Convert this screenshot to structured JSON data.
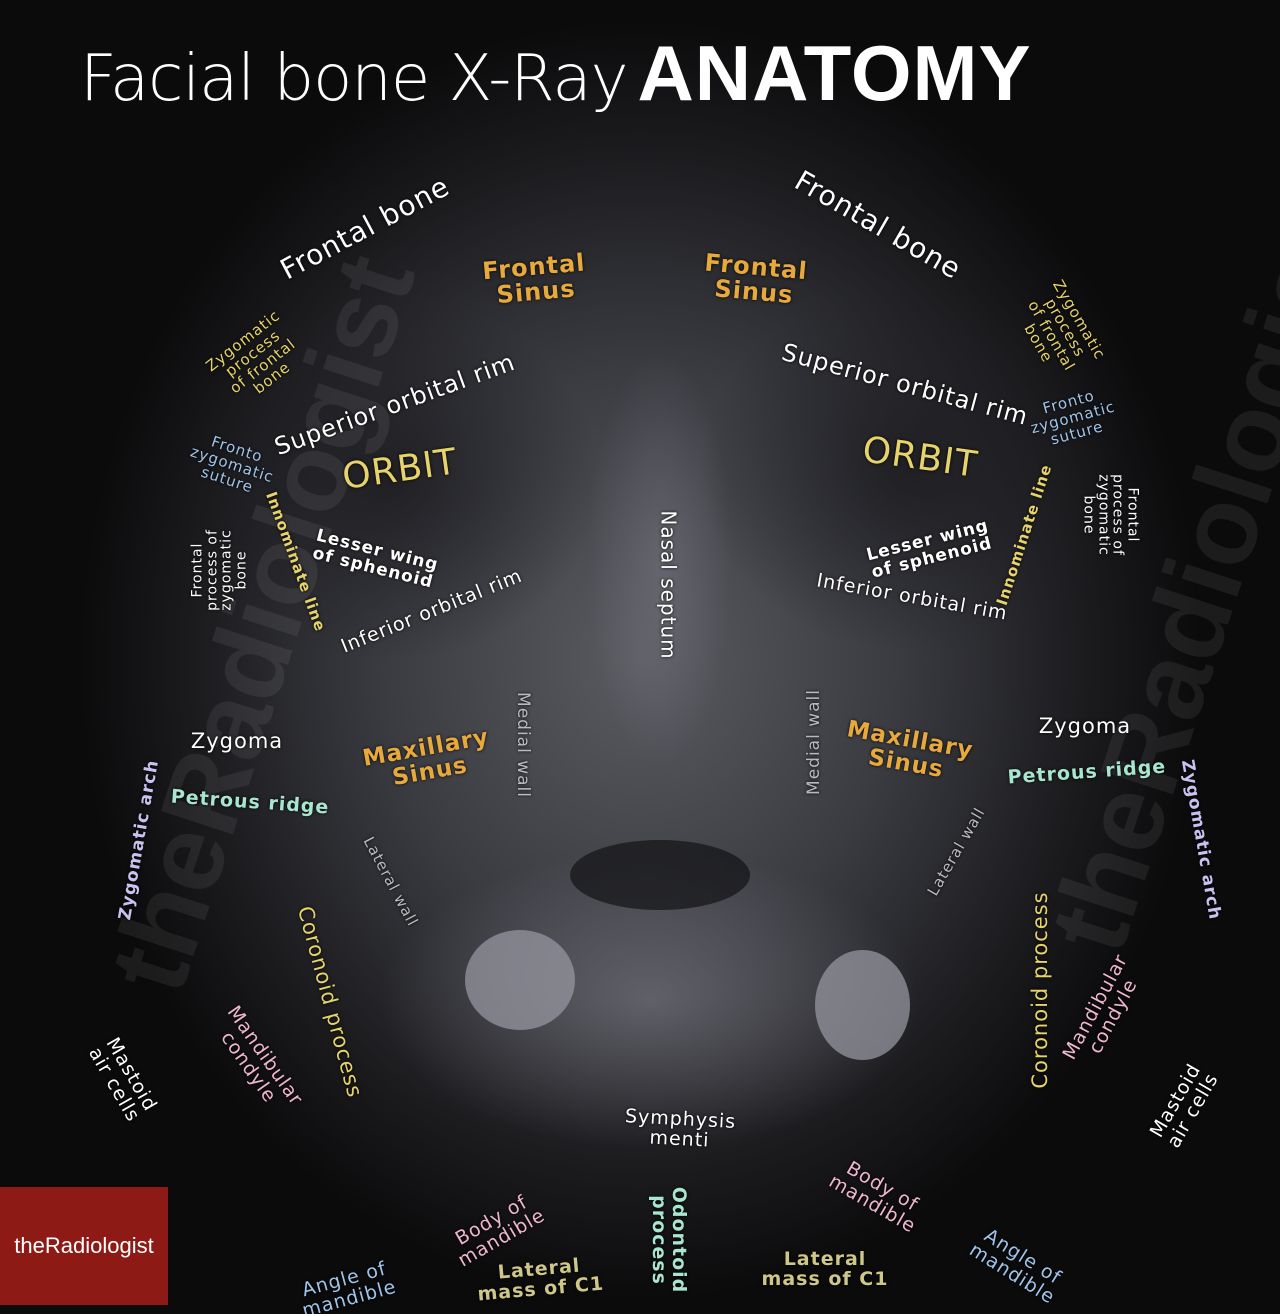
{
  "title": {
    "light": "Facial bone X-Ray",
    "bold": "ANATOMY"
  },
  "logo": "theRadiologist",
  "watermark": "theRadiologist",
  "colors": {
    "white": "#ffffff",
    "orange": "#e8a93c",
    "yellow": "#e6d36a",
    "lightblue": "#9fc4ea",
    "lightgreen": "#a8e6cf",
    "pink": "#f0b6cf",
    "lavender": "#c8c2f0",
    "gray": "#b9b9bf",
    "khaki": "#cfc78a",
    "logo_red": "#8e1a16"
  },
  "labels": {
    "frontal_bone_l": "Frontal bone",
    "frontal_bone_r": "Frontal bone",
    "frontal_sinus_l": "Frontal\nSinus",
    "frontal_sinus_r": "Frontal\nSinus",
    "zyg_proc_frontal_l": "Zygomatic\nprocess\nof frontal\nbone",
    "zyg_proc_frontal_r": "Zygomatic\nprocess\nof frontal\nbone",
    "sup_orbital_rim_l": "Superior orbital rim",
    "sup_orbital_rim_r": "Superior orbital rim",
    "orbit_l": "ORBIT",
    "orbit_r": "ORBIT",
    "fz_suture_l": "Fronto\nzygomatic\nsuture",
    "fz_suture_r": "Fronto\nzygomatic\nsuture",
    "innominate_l": "Innominate line",
    "innominate_r": "Innominate line",
    "frontal_proc_zyg_l": "Frontal\nprocess of\nzygomatic\nbone",
    "frontal_proc_zyg_r": "Frontal\nprocess of\nzygomatic\nbone",
    "lesser_wing_l": "Lesser wing\nof sphenoid",
    "lesser_wing_r": "Lesser wing\nof sphenoid",
    "inf_orbital_rim_l": "Inferior orbital rim",
    "inf_orbital_rim_r": "Inferior orbital rim",
    "nasal_septum": "Nasal septum",
    "medial_wall_l": "Medial wall",
    "medial_wall_r": "Medial wall",
    "zygoma_l": "Zygoma",
    "zygoma_r": "Zygoma",
    "maxillary_sinus_l": "Maxillary\nSinus",
    "maxillary_sinus_r": "Maxillary\nSinus",
    "petrous_ridge_l": "Petrous ridge",
    "petrous_ridge_r": "Petrous ridge",
    "zygomatic_arch_l": "Zygomatic arch",
    "zygomatic_arch_r": "Zygomatic arch",
    "lateral_wall_l": "Lateral wall",
    "lateral_wall_r": "Lateral wall",
    "coronoid_l": "Coronoid process",
    "coronoid_r": "Coronoid process",
    "mand_condyle_l": "Mandibular\ncondyle",
    "mand_condyle_r": "Mandibular\ncondyle",
    "mastoid_l": "Mastoid\nair cells",
    "mastoid_r": "Mastoid\nair cells",
    "symphysis": "Symphysis\nmenti",
    "body_mand_l": "Body of\nmandible",
    "body_mand_r": "Body of\nmandible",
    "odontoid": "Odontoid\nprocess",
    "lat_mass_l": "Lateral\nmass of C1",
    "lat_mass_r": "Lateral\nmass of C1",
    "angle_mand_l": "Angle of\nmandible",
    "angle_mand_r": "Angle of\nmandible"
  }
}
